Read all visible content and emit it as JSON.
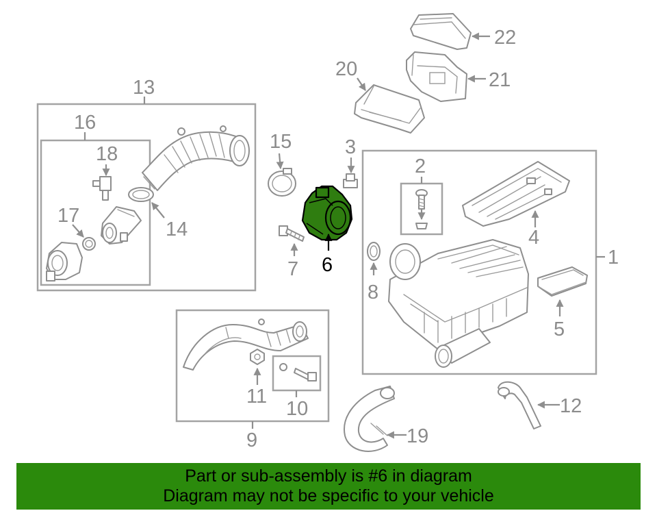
{
  "diagram": {
    "highlighted_part": "6",
    "highlight_color": "#2f7d10",
    "callouts": {
      "n1": "1",
      "n2": "2",
      "n3": "3",
      "n4": "4",
      "n5": "5",
      "n6": "6",
      "n7": "7",
      "n8": "8",
      "n9": "9",
      "n10": "10",
      "n11": "11",
      "n12": "12",
      "n13": "13",
      "n14": "14",
      "n15": "15",
      "n16": "16",
      "n17": "17",
      "n18": "18",
      "n19": "19",
      "n20": "20",
      "n21": "21",
      "n22": "22"
    }
  },
  "banner": {
    "line1": "Part or sub-assembly is #6 in diagram",
    "line2": "Diagram may not be specific to your vehicle",
    "background": "#2b8a0c"
  }
}
